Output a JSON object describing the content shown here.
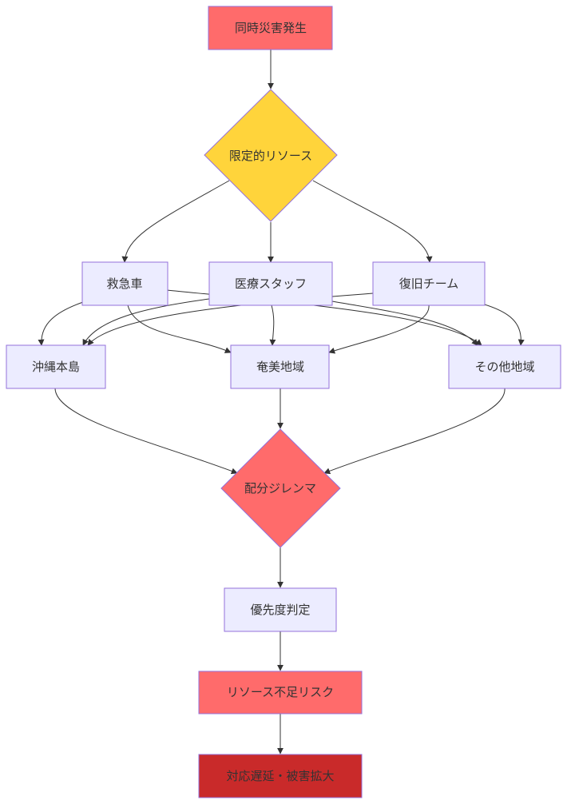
{
  "nodes": {
    "simultaneous_disaster": "同時災害発生",
    "limited_resources": "限定的リソース",
    "ambulance": "救急車",
    "medical_staff": "医療スタッフ",
    "recovery_team": "復旧チーム",
    "okinawa_main_island": "沖縄本島",
    "amami_region": "奄美地域",
    "other_regions": "その他地域",
    "allocation_dilemma": "配分ジレンマ",
    "priority_decision": "優先度判定",
    "resource_shortage_risk": "リソース不足リスク",
    "response_delay": "対応遅延・被害拡大"
  },
  "colors": {
    "danger_fill": "#ff6b6b",
    "warning_fill": "#ffd43b",
    "default_fill": "#ececff",
    "critical_fill": "#c92a2a",
    "node_stroke": "#9370db",
    "edge": "#333333",
    "text": "#333333"
  }
}
